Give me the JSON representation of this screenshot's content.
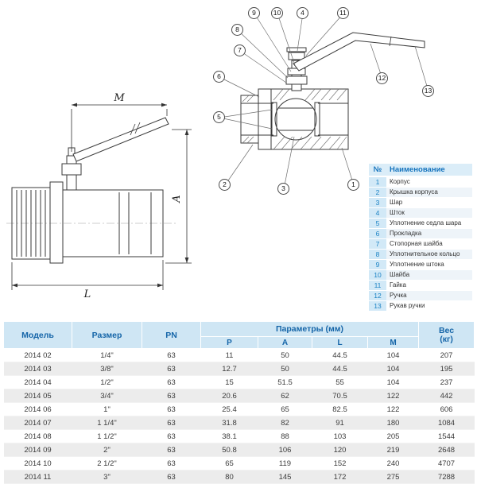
{
  "drawing": {
    "dims": {
      "m": "M",
      "a": "A",
      "l": "L"
    },
    "callouts": [
      "9",
      "10",
      "4",
      "11",
      "8",
      "7",
      "6",
      "5",
      "2",
      "3",
      "1",
      "12",
      "13"
    ]
  },
  "parts_table": {
    "headers": {
      "num": "№",
      "name": "Наименование"
    },
    "rows": [
      {
        "num": "1",
        "name": "Корпус"
      },
      {
        "num": "2",
        "name": "Крышка корпуса"
      },
      {
        "num": "3",
        "name": "Шар"
      },
      {
        "num": "4",
        "name": "Шток"
      },
      {
        "num": "5",
        "name": "Уплотнение седла шара"
      },
      {
        "num": "6",
        "name": "Прокладка"
      },
      {
        "num": "7",
        "name": "Стопорная шайба"
      },
      {
        "num": "8",
        "name": "Уплотнительное кольцо"
      },
      {
        "num": "9",
        "name": "Уплотнение штока"
      },
      {
        "num": "10",
        "name": "Шайба"
      },
      {
        "num": "11",
        "name": "Гайка"
      },
      {
        "num": "12",
        "name": "Ручка"
      },
      {
        "num": "13",
        "name": "Рукав ручки"
      }
    ]
  },
  "spec_table": {
    "headers": {
      "model": "Модель",
      "size": "Размер",
      "pn": "PN",
      "params": "Параметры (мм)",
      "param_cols": [
        "P",
        "A",
        "L",
        "M"
      ],
      "weight_line1": "Вес",
      "weight_line2": "(кг)"
    },
    "rows": [
      [
        "2014 02",
        "1/4\"",
        "63",
        "11",
        "50",
        "44.5",
        "104",
        "207"
      ],
      [
        "2014 03",
        "3/8\"",
        "63",
        "12.7",
        "50",
        "44.5",
        "104",
        "195"
      ],
      [
        "2014 04",
        "1/2\"",
        "63",
        "15",
        "51.5",
        "55",
        "104",
        "237"
      ],
      [
        "2014 05",
        "3/4\"",
        "63",
        "20.6",
        "62",
        "70.5",
        "122",
        "442"
      ],
      [
        "2014 06",
        "1\"",
        "63",
        "25.4",
        "65",
        "82.5",
        "122",
        "606"
      ],
      [
        "2014 07",
        "1 1/4\"",
        "63",
        "31.8",
        "82",
        "91",
        "180",
        "1084"
      ],
      [
        "2014 08",
        "1 1/2\"",
        "63",
        "38.1",
        "88",
        "103",
        "205",
        "1544"
      ],
      [
        "2014 09",
        "2\"",
        "63",
        "50.8",
        "106",
        "120",
        "219",
        "2648"
      ],
      [
        "2014 10",
        "2 1/2\"",
        "63",
        "65",
        "119",
        "152",
        "240",
        "4707"
      ],
      [
        "2014 11",
        "3\"",
        "63",
        "80",
        "145",
        "172",
        "275",
        "7288"
      ]
    ]
  }
}
